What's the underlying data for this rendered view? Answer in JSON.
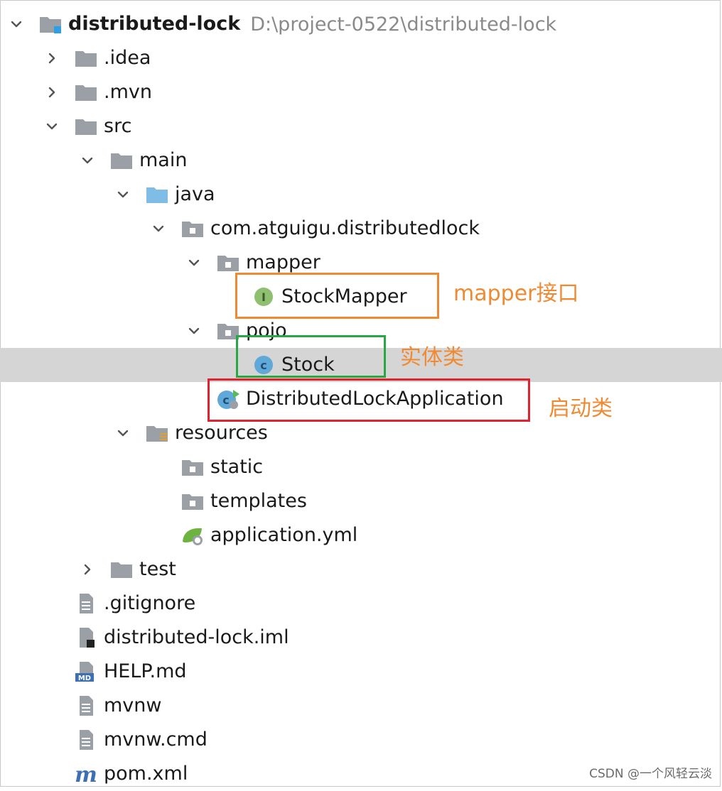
{
  "tree": [
    {
      "label": "distributed-lock",
      "path": "D:\\project-0522\\distributed-lock",
      "depth": 0,
      "arrow": "down",
      "icon": "module-folder-icon",
      "bold": true
    },
    {
      "label": ".idea",
      "depth": 1,
      "arrow": "right",
      "icon": "folder-icon"
    },
    {
      "label": ".mvn",
      "depth": 1,
      "arrow": "right",
      "icon": "folder-icon"
    },
    {
      "label": "src",
      "depth": 1,
      "arrow": "down",
      "icon": "folder-icon"
    },
    {
      "label": "main",
      "depth": 2,
      "arrow": "down",
      "icon": "folder-icon"
    },
    {
      "label": "java",
      "depth": 3,
      "arrow": "down",
      "icon": "source-folder-icon"
    },
    {
      "label": "com.atguigu.distributedlock",
      "depth": 4,
      "arrow": "down",
      "icon": "package-icon"
    },
    {
      "label": "mapper",
      "depth": 5,
      "arrow": "down",
      "icon": "package-icon"
    },
    {
      "label": "StockMapper",
      "depth": 6,
      "arrow": "none",
      "icon": "interface-icon"
    },
    {
      "label": "pojo",
      "depth": 5,
      "arrow": "down",
      "icon": "package-icon"
    },
    {
      "label": "Stock",
      "depth": 6,
      "arrow": "none",
      "icon": "class-icon",
      "selected": true
    },
    {
      "label": "DistributedLockApplication",
      "depth": 5,
      "arrow": "none",
      "icon": "spring-boot-class-icon"
    },
    {
      "label": "resources",
      "depth": 3,
      "arrow": "down",
      "icon": "resources-folder-icon"
    },
    {
      "label": "static",
      "depth": 4,
      "arrow": "none",
      "icon": "package-icon"
    },
    {
      "label": "templates",
      "depth": 4,
      "arrow": "none",
      "icon": "package-icon"
    },
    {
      "label": "application.yml",
      "depth": 4,
      "arrow": "none",
      "icon": "spring-yml-icon"
    },
    {
      "label": "test",
      "depth": 2,
      "arrow": "right",
      "icon": "folder-icon"
    },
    {
      "label": ".gitignore",
      "depth": 1,
      "arrow": "none",
      "icon": "text-file-icon"
    },
    {
      "label": "distributed-lock.iml",
      "depth": 1,
      "arrow": "none",
      "icon": "iml-file-icon"
    },
    {
      "label": "HELP.md",
      "depth": 1,
      "arrow": "none",
      "icon": "markdown-file-icon"
    },
    {
      "label": "mvnw",
      "depth": 1,
      "arrow": "none",
      "icon": "text-file-icon"
    },
    {
      "label": "mvnw.cmd",
      "depth": 1,
      "arrow": "none",
      "icon": "text-file-icon"
    },
    {
      "label": "pom.xml",
      "depth": 1,
      "arrow": "none",
      "icon": "maven-pom-icon"
    }
  ],
  "annotations": [
    {
      "text": "mapper接口",
      "color": "#f08a32"
    },
    {
      "text": "实体类",
      "color": "#f08a32"
    },
    {
      "text": "启动类",
      "color": "#f08a32"
    }
  ],
  "box_colors": {
    "mapper": "#f08a32",
    "entity": "#28a745",
    "app": "#e0232e"
  },
  "watermark": "CSDN @一个风轻云淡"
}
